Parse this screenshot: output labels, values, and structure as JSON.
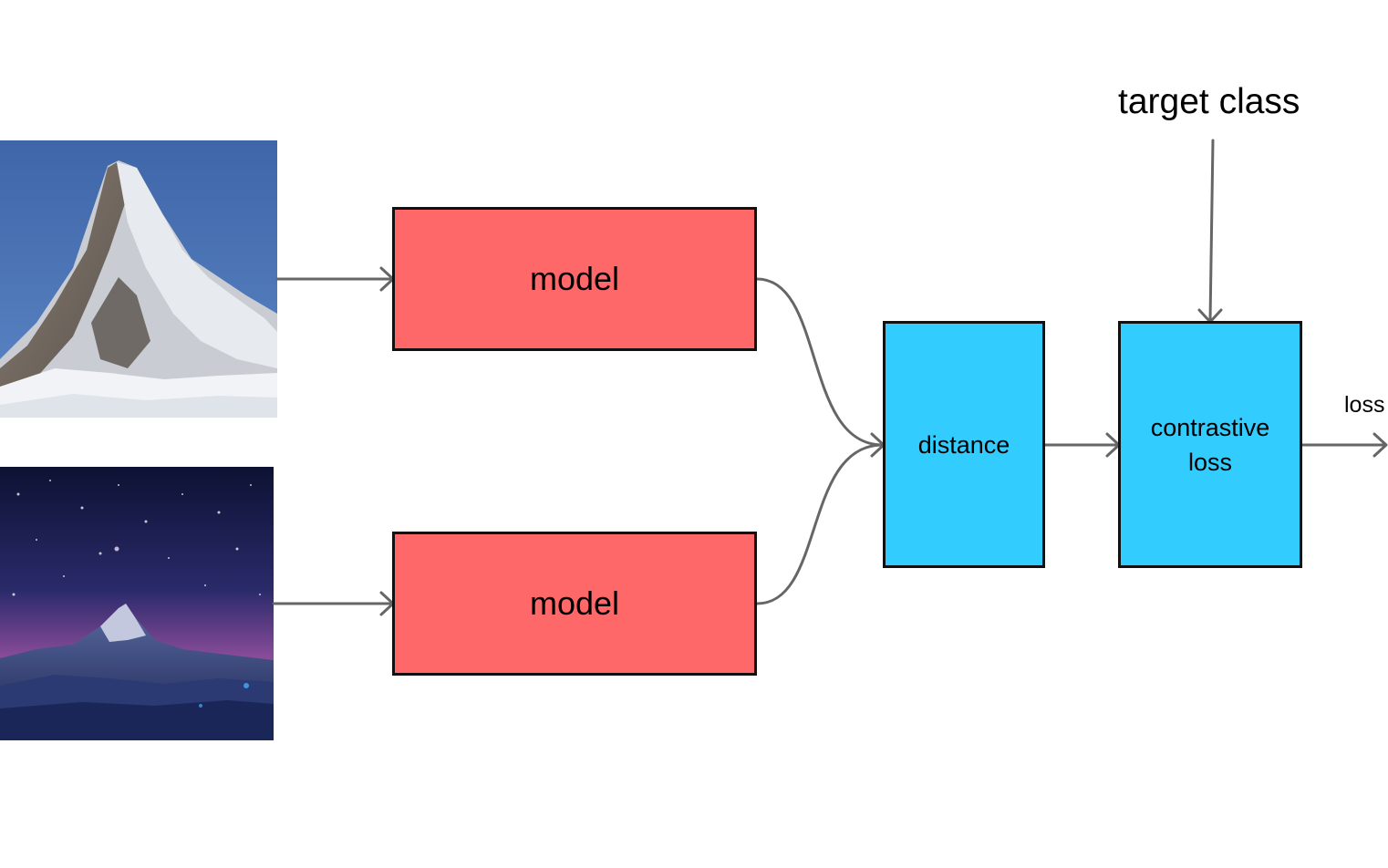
{
  "diagram": {
    "inputs": [
      {
        "name": "mountain-day-image",
        "description_icon": "mountain-photo"
      },
      {
        "name": "mountain-night-image",
        "description_icon": "mountain-night-photo"
      }
    ],
    "model_top": {
      "label": "model"
    },
    "model_bottom": {
      "label": "model"
    },
    "distance": {
      "label": "distance"
    },
    "contrastive_loss": {
      "label_line1": "contrastive",
      "label_line2": "loss"
    },
    "target_class": {
      "label": "target class"
    },
    "output": {
      "label": "loss"
    }
  },
  "colors": {
    "model_fill": "#ff6868",
    "block_fill": "#33ccff",
    "border": "#111111",
    "arrow": "#666666"
  }
}
